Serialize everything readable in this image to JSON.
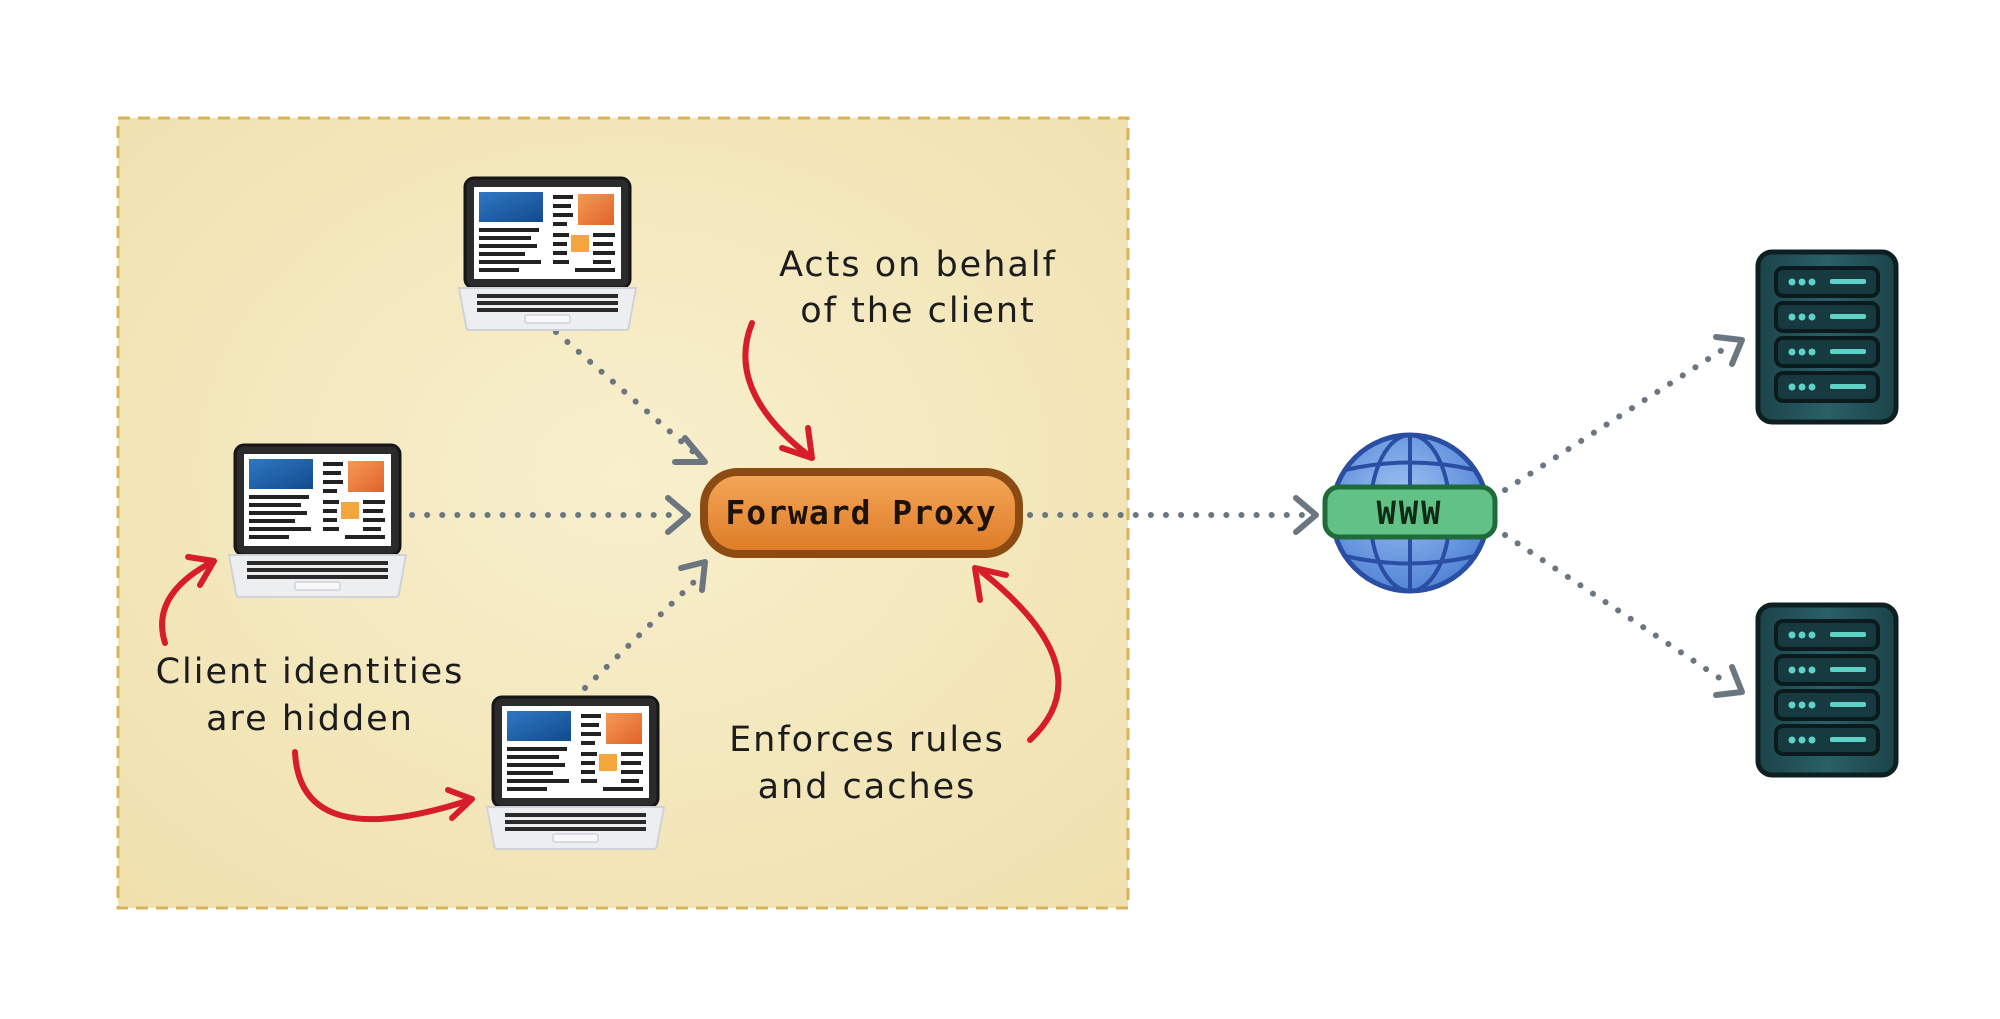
{
  "diagram": {
    "proxy_label": "Forward Proxy",
    "internet_label": "WWW",
    "annotations": {
      "acts_on_behalf": [
        "Acts on behalf",
        "of the client"
      ],
      "client_identities": [
        "Client identities",
        "are hidden"
      ],
      "enforces_rules": [
        "Enforces rules",
        "and caches"
      ]
    },
    "icons": {
      "clients": [
        "laptop-icon",
        "laptop-icon",
        "laptop-icon"
      ],
      "internet": "globe-icon",
      "servers": [
        "server-icon",
        "server-icon"
      ]
    },
    "colors": {
      "network_zone": "#f3e6b8",
      "zone_border": "#d9b35c",
      "proxy_fill": "#e58a35",
      "proxy_border": "#8c4b13",
      "globe": "#3a5fb4",
      "www_pill": "#62c285",
      "server": "#1f4f54",
      "server_accent": "#5fd2c8",
      "annotation_arrow": "#d71d2a",
      "flow_arrow": "#6b7680"
    }
  }
}
